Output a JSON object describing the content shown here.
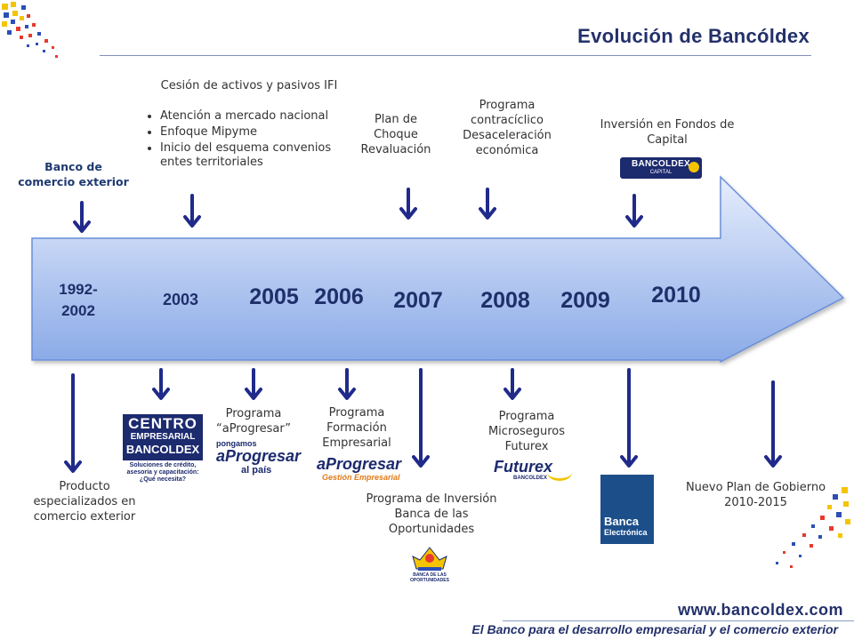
{
  "title": "Evolución de Bancóldex",
  "years": [
    "1992-\n2002",
    "2003",
    "2005",
    "2006",
    "2007",
    "2008",
    "2009",
    "2010"
  ],
  "top_notes": {
    "banco_comercio": "Banco de\ncomercio exterior",
    "cesion": "Cesión de activos y pasivos IFI",
    "bullets": [
      "Atención a mercado nacional",
      "Enfoque Mipyme",
      "Inicio del esquema convenios entes territoriales"
    ],
    "plan_choque": "Plan de\nChoque\nRevaluación",
    "contraciclico": "Programa\ncontracíclico\nDesaceleración\neconómica",
    "fondos_capital": "Inversión en Fondos de\nCapital"
  },
  "bottom_notes": {
    "producto": "Producto\nespecializados en\ncomercio exterior",
    "aprogresar": "Programa\n“aProgresar”",
    "formacion": "Programa\nFormación\nEmpresarial",
    "banca_oportunidades": "Programa de Inversión\nBanca de las\nOportunidades",
    "microseguros": "Programa\nMicroseguros\nFuturex",
    "plan_gobierno": "Nuevo Plan de Gobierno\n2010-2015"
  },
  "logos": {
    "centro_line1": "CENTRO",
    "centro_line2": "EMPRESARIAL",
    "centro_line3": "BANCOLDEX",
    "centro_sub": "Soluciones de crédito,\nasesoría y capacitación:\n¿Qué necesita?",
    "aprogresar_a": "pongamos",
    "aprogresar_b": "aProgresar",
    "aprogresar_c": "al país",
    "gestion_a": "aProgresar",
    "gestion_b": "Gestión Empresarial",
    "futurex": "Futurex",
    "futurex_sub": "BANCOLDEX",
    "banca_e1": "Banca",
    "banca_e2": "Electrónica",
    "bancoldex_capital": "BANCOLDEX",
    "bancoldex_capital_sub": "CAPITAL",
    "oportunidades": "BANCA DE LAS\nOPORTUNIDADES"
  },
  "footer": {
    "url": "www.bancoldex.com",
    "tagline": "El Banco para el desarrollo empresarial y el comercio exterior"
  },
  "colors": {
    "arrow_fill_top": "#dde7fb",
    "arrow_fill_bottom": "#8eaee9",
    "arrow_stroke": "#6a8fd8",
    "pointer": "#1f2a8a",
    "title": "#23306b"
  }
}
